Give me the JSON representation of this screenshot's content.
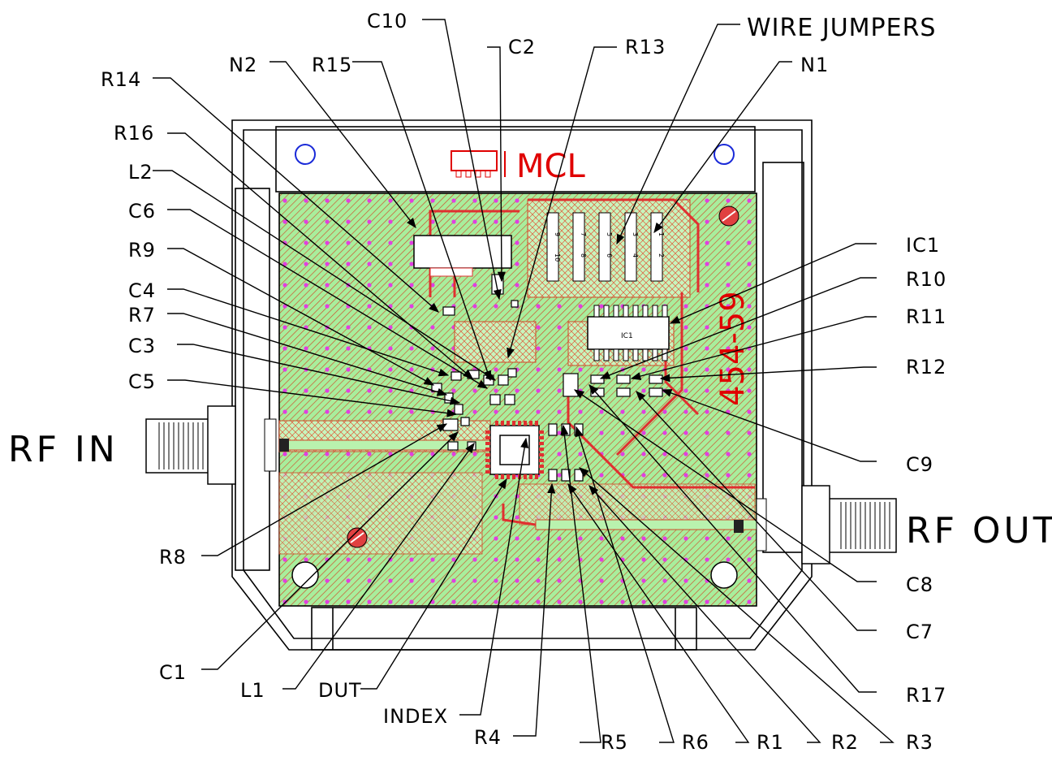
{
  "board": {
    "logo": "MCL",
    "part_number": "454-59",
    "ic_label": "IC1",
    "header_pins_top": [
      "9",
      "7",
      "5",
      "3",
      "1"
    ],
    "header_pins_bottom": [
      "10",
      "8",
      "6",
      "4",
      "2"
    ]
  },
  "ports": {
    "input": "RF IN",
    "output": "RF OUT"
  },
  "callouts": {
    "c10": "C10",
    "c2": "C2",
    "r13": "R13",
    "wire_jumpers": "WIRE JUMPERS",
    "n2": "N2",
    "r15": "R15",
    "r14": "R14",
    "n1": "N1",
    "r16": "R16",
    "l2": "L2",
    "c6": "C6",
    "r9": "R9",
    "c4": "C4",
    "r7": "R7",
    "c3": "C3",
    "c5": "C5",
    "ic1": "IC1",
    "r10": "R10",
    "r11": "R11",
    "r12": "R12",
    "c9": "C9",
    "r8": "R8",
    "c8": "C8",
    "c7": "C7",
    "r17": "R17",
    "c1": "C1",
    "l1": "L1",
    "dut": "DUT",
    "index": "INDEX",
    "r4": "R4",
    "r5": "R5",
    "r6": "R6",
    "r1": "R1",
    "r2": "R2",
    "r3": "R3"
  },
  "colors": {
    "board_green": "#9be89b",
    "trace_red": "#e03030",
    "via_magenta": "#e040e0",
    "hole_blue": "#1a2ad8"
  }
}
